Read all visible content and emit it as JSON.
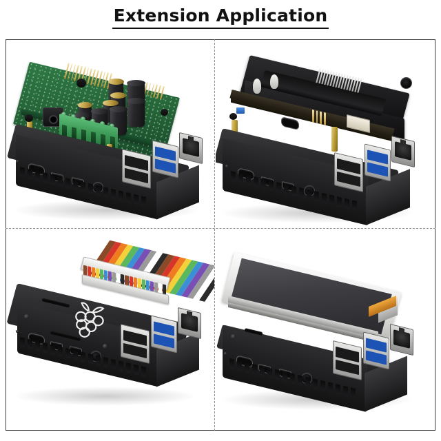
{
  "header": {
    "title": "Extension Application"
  },
  "layout": {
    "grid": "2x2",
    "divider_style": "dashed",
    "divider_color": "#8c8c8c",
    "frame_color": "#3a3a3a",
    "background": "#ffffff"
  },
  "panels": [
    {
      "id": "top-left",
      "name": "amplifier-hat-panel",
      "subject": "Raspberry Pi in black aluminium case with green power/amplifier HAT mounted on GPIO header",
      "components": [
        "green-pcb-hat",
        "green-6-position-screw-terminal-block",
        "dc-barrel-jack",
        "gold-top-electrolytic-capacitors",
        "black-electrolytic-capacitors",
        "gpio-pin-header",
        "brass-standoffs",
        "usb-2-0-ports",
        "usb-3-0-ports",
        "ethernet-port",
        "usb-c-power-port",
        "micro-hdmi-ports",
        "audio-jack",
        "heatsink-fins"
      ],
      "colors": {
        "pcb": "#246236",
        "terminal_block": "#3d9a57",
        "case": "#1d1d1f",
        "usb3_insert": "#1c53b5",
        "standoff": "#b8992f"
      }
    },
    {
      "id": "top-right",
      "name": "ups-battery-hat-panel",
      "subject": "Raspberry Pi case with 18650 UPS battery expansion board stacked on top",
      "components": [
        "18650-battery-holder",
        "battery-spring-contacts",
        "metal-heatsink-fins",
        "white-jst-connector",
        "blue-trim-potentiometer",
        "usb-c-input-port",
        "pin-header",
        "brass-standoffs",
        "usb-2-0-ports",
        "usb-3-0-ports",
        "ethernet-port",
        "usb-c-power-port",
        "micro-hdmi-ports",
        "audio-jack",
        "heatsink-fins"
      ],
      "colors": {
        "battery_holder": "#1a1a1c",
        "heatsink": "#cfcfcc",
        "connector": "#f4efe2",
        "pot": "#2f6fc6"
      }
    },
    {
      "id": "bottom-left",
      "name": "gpio-ribbon-cable-panel",
      "subject": "Closed black case with Raspberry Pi logo on the lid and a rainbow 40-pin GPIO ribbon cable attached",
      "components": [
        "raspberry-pi-logo",
        "rainbow-ribbon-cable",
        "white-idc-connector",
        "lid-vent-slots",
        "lid-screws",
        "usb-2-0-ports",
        "usb-3-0-ports",
        "ethernet-port",
        "usb-c-power-port",
        "micro-hdmi-ports",
        "audio-jack",
        "heatsink-fins"
      ],
      "ribbon_colors": [
        "#8a4a28",
        "#d8352a",
        "#f07c22",
        "#f2d13a",
        "#5cb85c",
        "#3b8fd4",
        "#7a4fb5",
        "#9a9a9a",
        "#ffffff",
        "#2b2b2b"
      ],
      "colors": {
        "case": "#1d1d1f",
        "connector": "#fbfbfb",
        "logo": "#f2f2f2"
      }
    },
    {
      "id": "bottom-right",
      "name": "lcd-touchscreen-panel",
      "subject": "Raspberry Pi case with a 3.5 inch LCD touchscreen display mounted above it",
      "components": [
        "lcd-display-panel",
        "white-display-bezel",
        "orange-flex-cable",
        "usb-2-0-ports",
        "usb-3-0-ports",
        "ethernet-port",
        "usb-c-power-port",
        "micro-hdmi-ports",
        "audio-jack",
        "heatsink-fins"
      ],
      "colors": {
        "screen": "#3c3c41",
        "bezel": "#ededeb",
        "flex_cable": "#e0932e",
        "case": "#1d1d1f"
      }
    }
  ]
}
